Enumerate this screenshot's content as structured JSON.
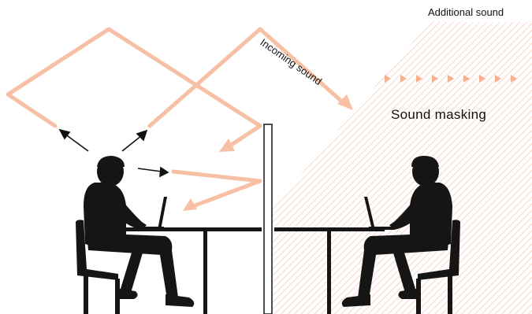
{
  "labels": {
    "additional_sound": "Additional sound",
    "incoming_sound": "Incoming sound",
    "sound_masking": "Sound masking"
  },
  "colors": {
    "sound_path": "#f7bfa3",
    "masking_hatch": "#f3b89a",
    "silhouette": "#151515",
    "arrow": "#111111",
    "partition": "#222222"
  },
  "icons": {
    "person_left": "seated-person-laptop-icon",
    "person_right": "seated-person-laptop-icon"
  }
}
